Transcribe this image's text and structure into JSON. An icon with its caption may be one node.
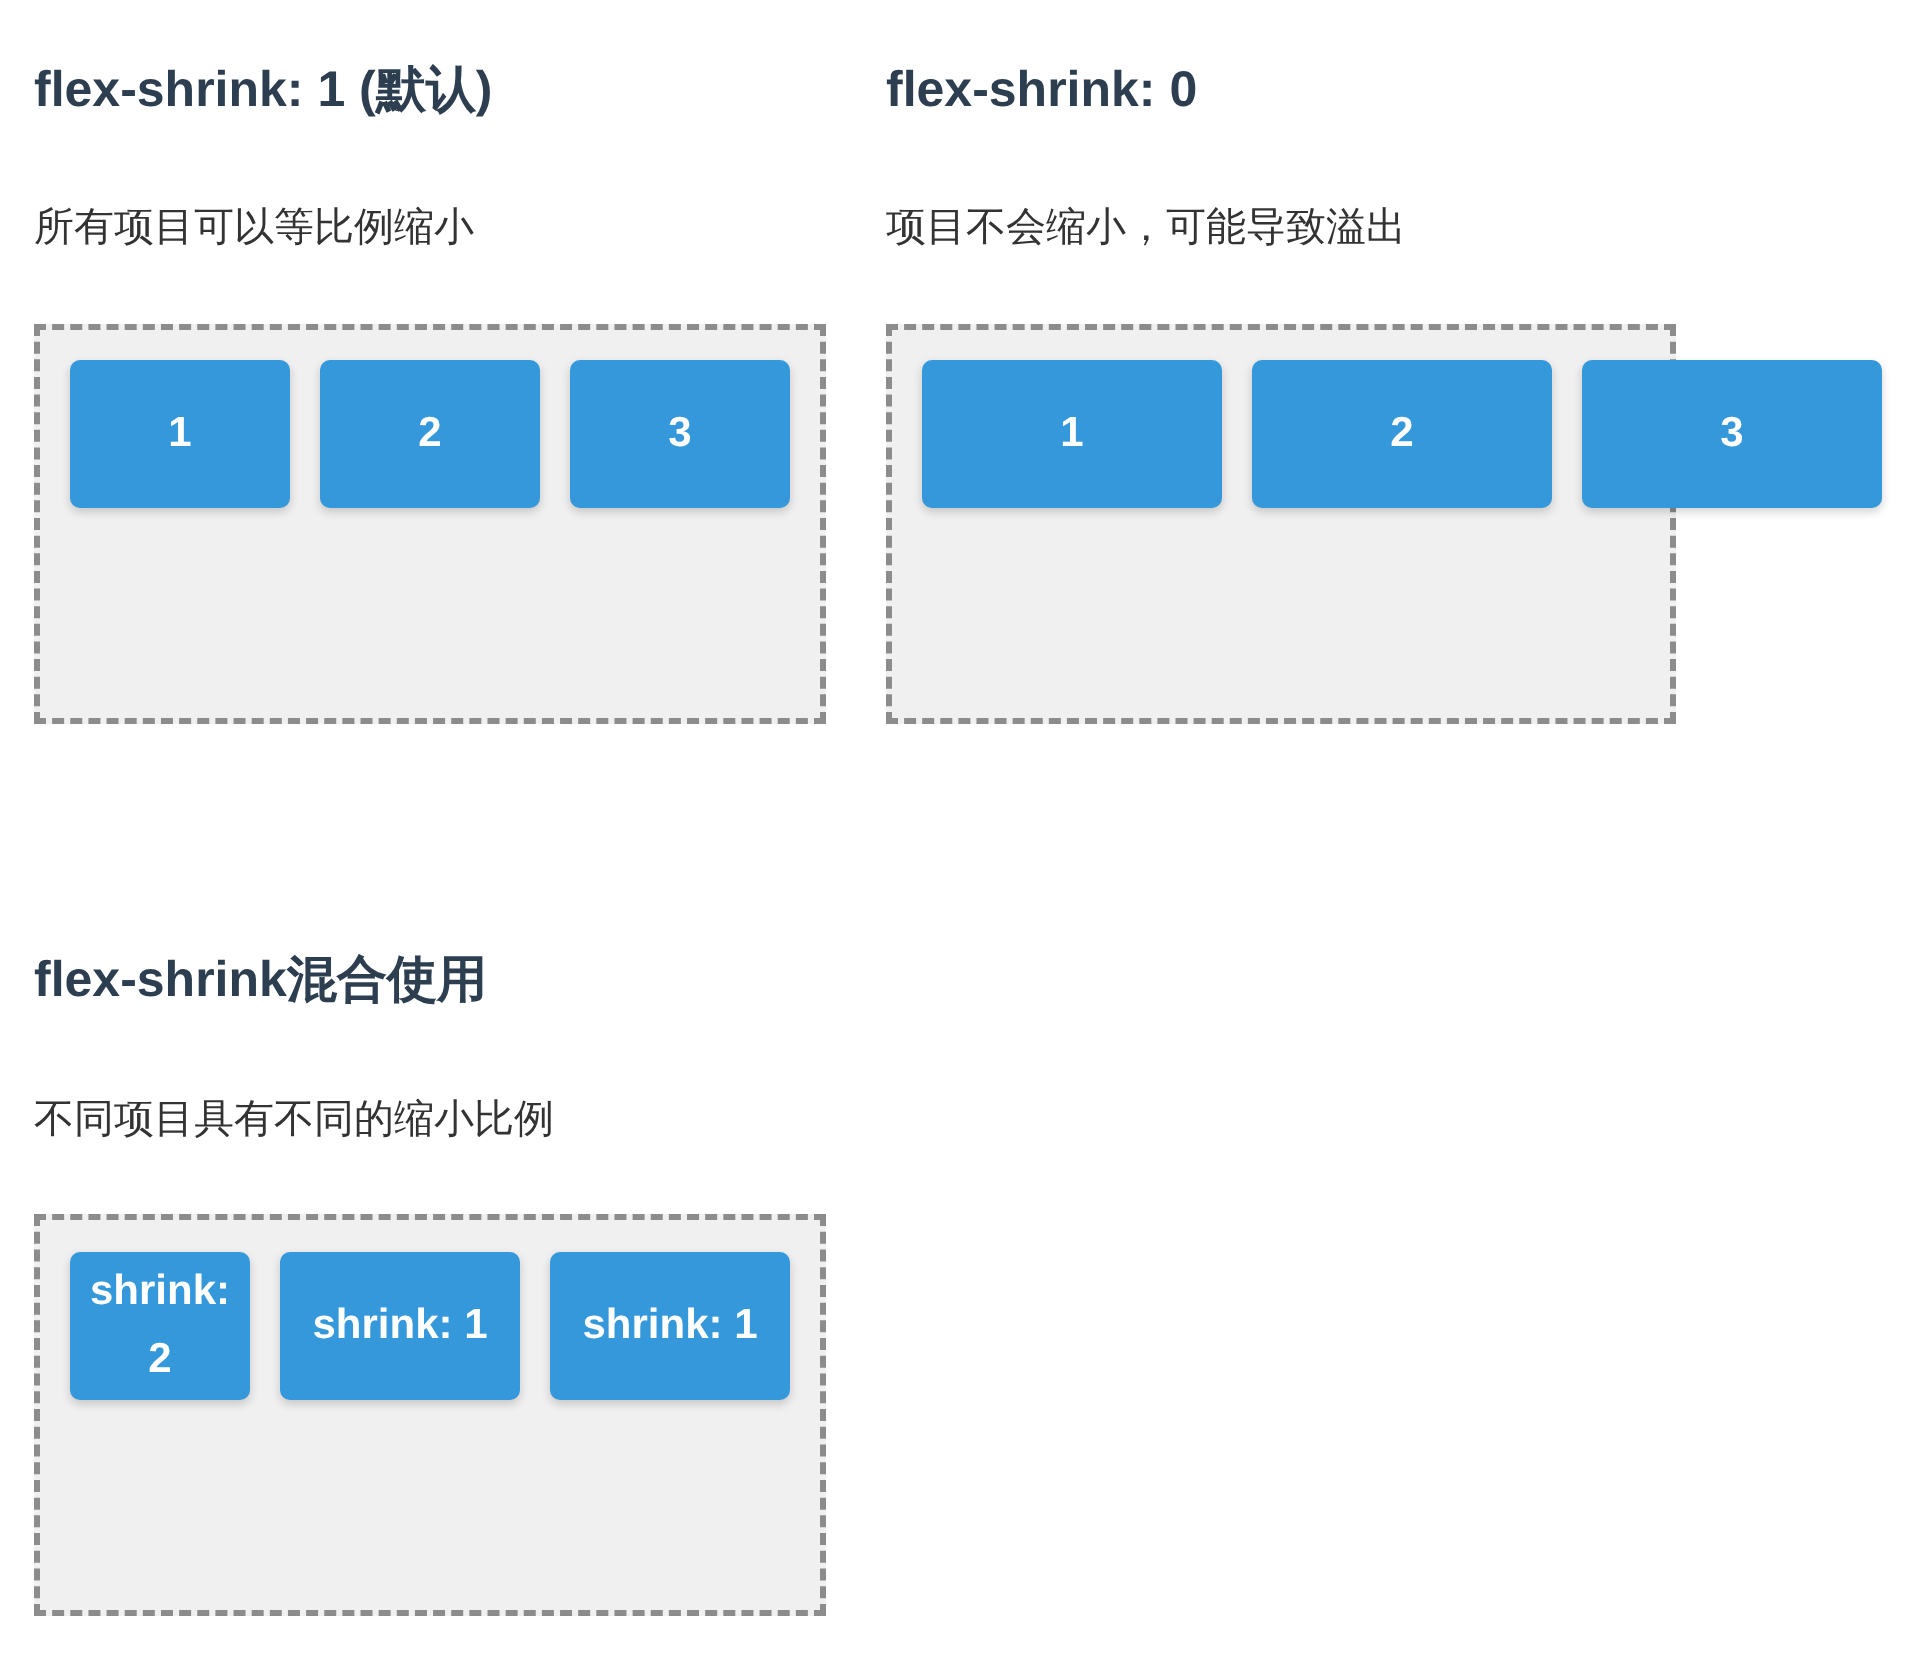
{
  "diagram": {
    "nodes": [
      {
        "text": [],
        "shape": "box"
      },
      {
        "text": [
          "1"
        ],
        "in": 0
      },
      {
        "text": [
          "2"
        ],
        "in": 0
      },
      {
        "text": [
          "3"
        ],
        "in": 0
      },
      {
        "text": [],
        "shape": "box"
      },
      {
        "text": [
          "1"
        ],
        "in": 4
      },
      {
        "text": [
          "2"
        ],
        "in": 4
      },
      {
        "text": [
          "3"
        ]
      },
      {
        "text": [],
        "shape": "box"
      },
      {
        "text": [
          "shrink: 2"
        ],
        "in": 8
      },
      {
        "text": [
          "shrink: 1"
        ],
        "in": 8
      },
      {
        "text": [
          "shrink: 1"
        ],
        "in": 8
      }
    ],
    "labels": [
      "flex-shrink: 1 (默认)",
      "所有项目可以等比例缩小",
      "flex-shrink: 0",
      "项目不会缩小，可能导致溢出",
      "flex-shrink混合使用",
      "不同项目具有不同的缩小比例"
    ]
  }
}
